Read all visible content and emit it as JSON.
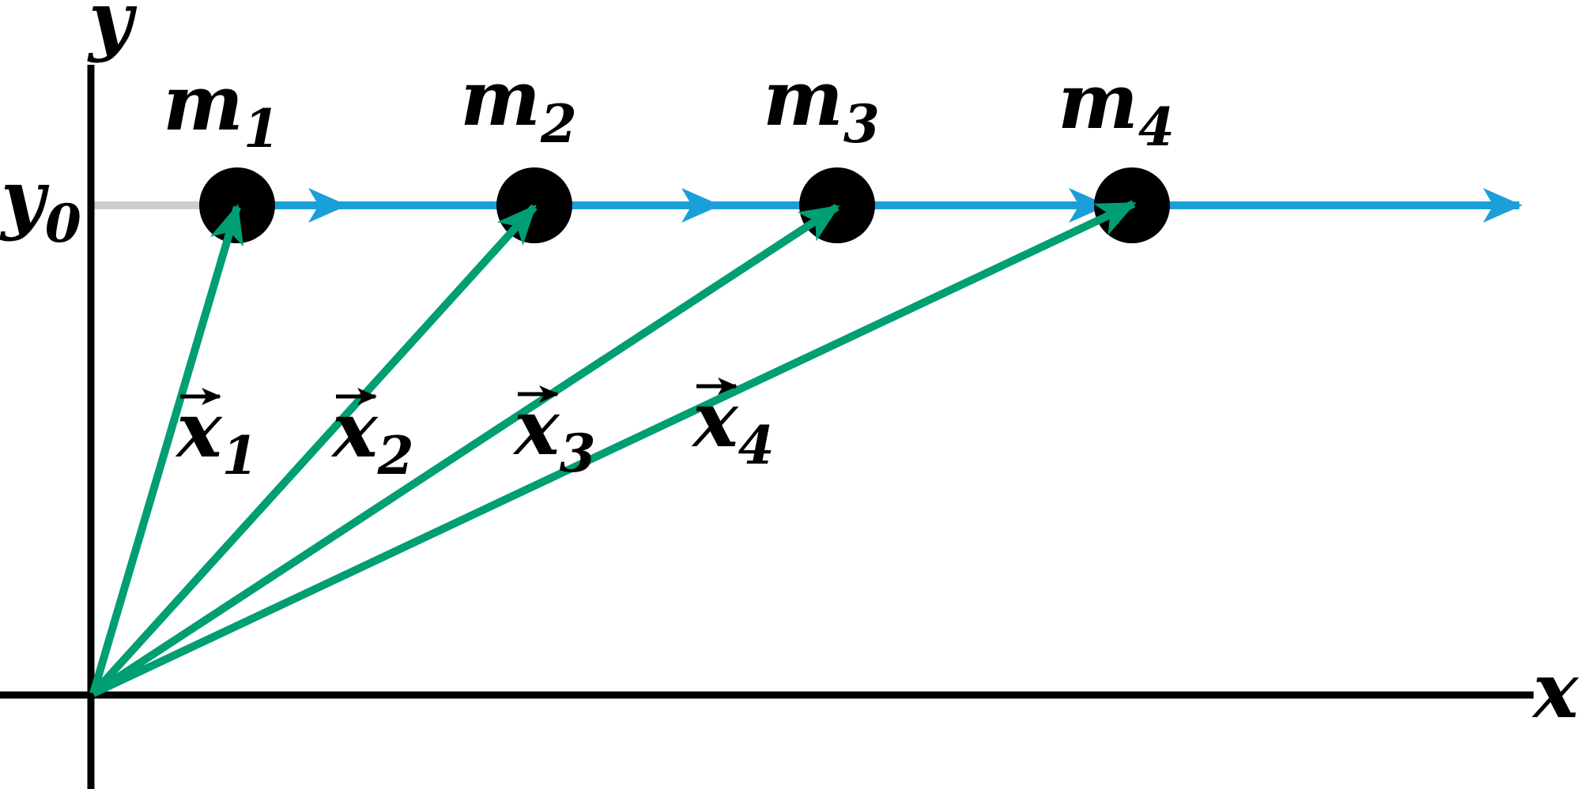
{
  "diagram": {
    "colors": {
      "axis": "#000000",
      "mass": "#000000",
      "motion_line": "#1B9FD8",
      "position_vector": "#009E73",
      "y0_guide_line": "#CCCCCC"
    },
    "axes": {
      "x_label": "x",
      "y_label": "y",
      "y0_label": {
        "base": "y",
        "sub": "0"
      }
    },
    "masses": [
      {
        "base": "m",
        "sub": "1"
      },
      {
        "base": "m",
        "sub": "2"
      },
      {
        "base": "m",
        "sub": "3"
      },
      {
        "base": "m",
        "sub": "4"
      }
    ],
    "vectors": [
      {
        "base": "x",
        "sub": "1"
      },
      {
        "base": "x",
        "sub": "2"
      },
      {
        "base": "x",
        "sub": "3"
      },
      {
        "base": "x",
        "sub": "4"
      }
    ]
  }
}
